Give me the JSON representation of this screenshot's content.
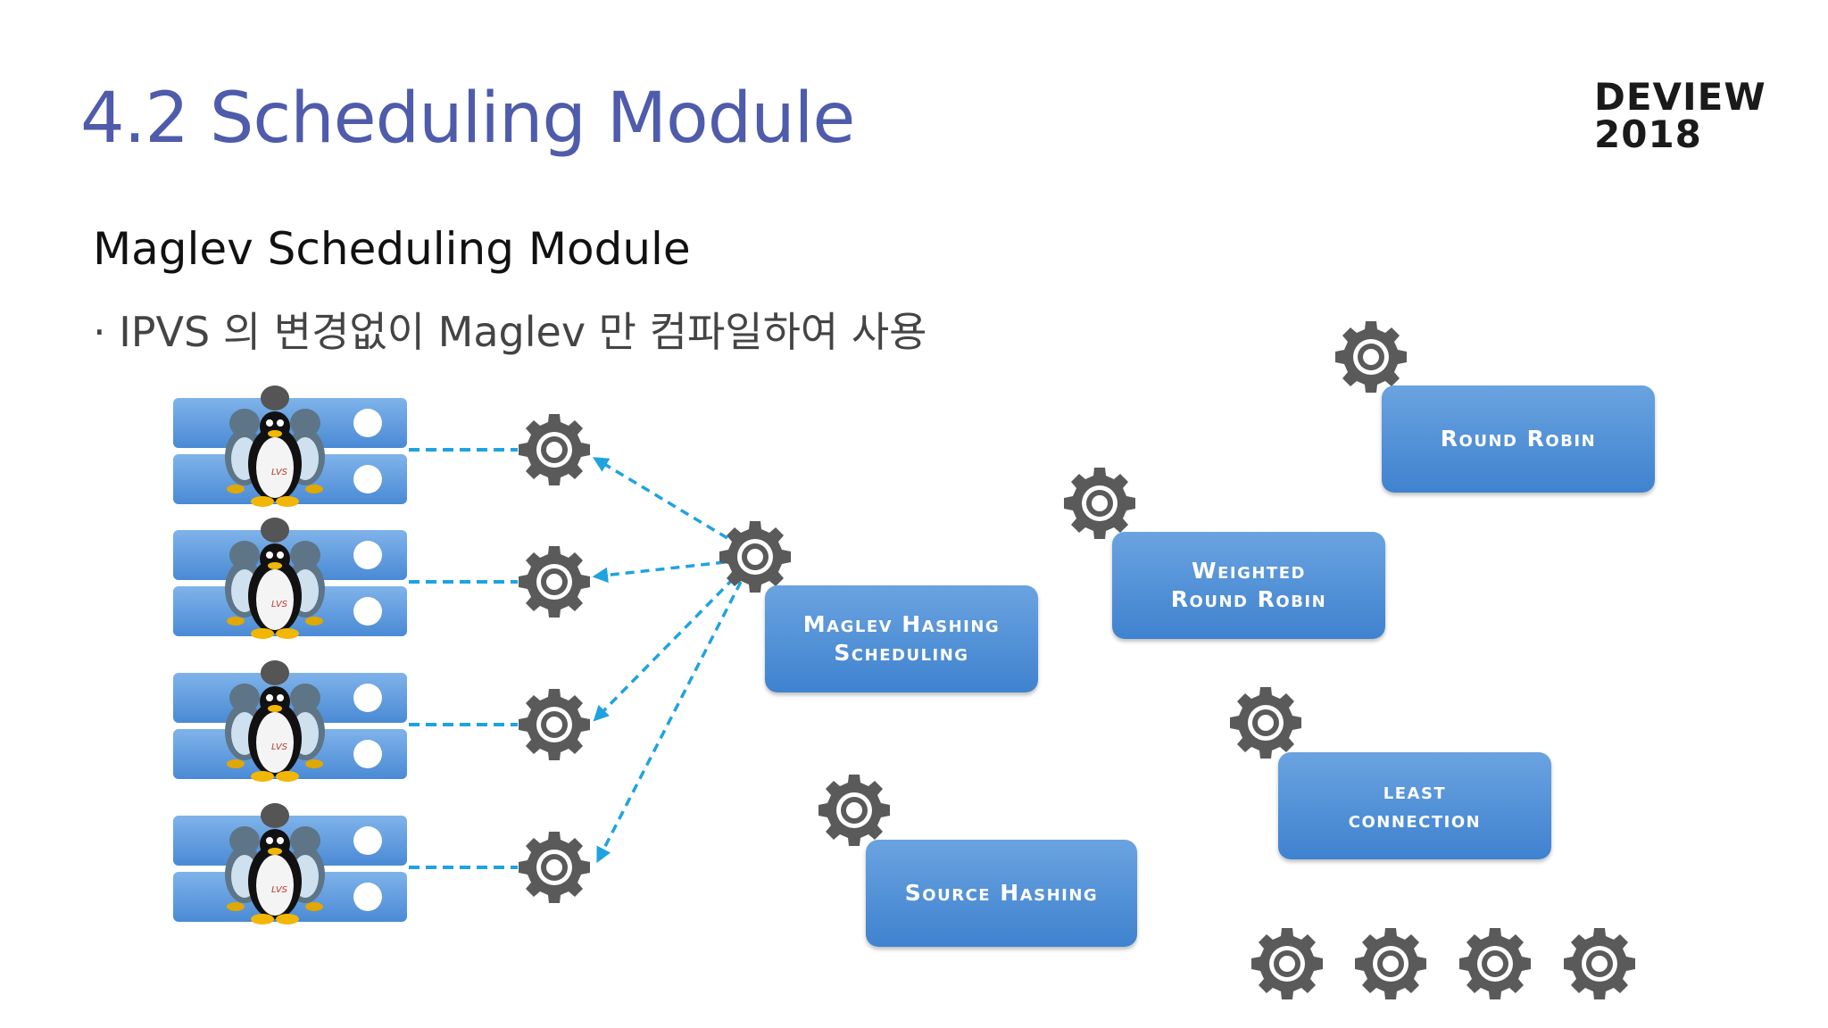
{
  "slide": {
    "title": "4.2 Scheduling Module",
    "logo_line1": "DEVIEW",
    "logo_line2": "2018",
    "subtitle": "Maglev Scheduling Module",
    "bullet": "· IPVS 의 변경없이 Maglev 만 컴파일하여 사용"
  },
  "diagram": {
    "server_label": "LVS",
    "algorithms": {
      "maglev_line1": "Maglev Hashing",
      "maglev_line2": "Scheduling",
      "round_robin": "Round Robin",
      "weighted_line1": "Weighted",
      "weighted_line2": "Round Robin",
      "least_line1": "least",
      "least_line2": "connection",
      "source_hashing": "Source Hashing"
    }
  },
  "colors": {
    "title": "#4f5bab",
    "box": "#4a8ad5",
    "gear": "#5a5a5a",
    "arrow": "#1fa3e0"
  }
}
